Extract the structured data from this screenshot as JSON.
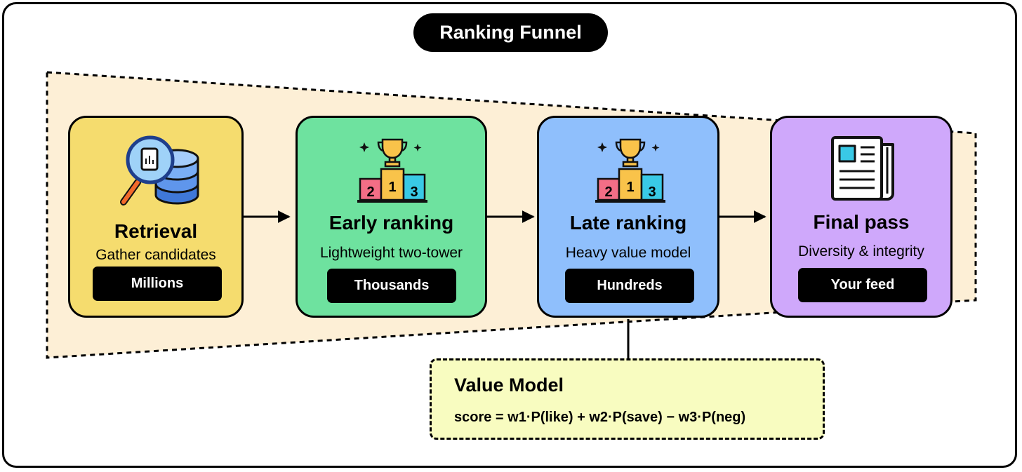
{
  "header": {
    "title": "Ranking Funnel"
  },
  "stages": [
    {
      "title": "Retrieval",
      "subtitle": "Gather candidates",
      "tag": "Millions",
      "color": "#f5dc6e",
      "icon": "magnifier-database-icon"
    },
    {
      "title": "Early ranking",
      "subtitle": "Lightweight two-tower",
      "tag": "Thousands",
      "color": "#6ee29f",
      "icon": "podium-trophy-icon"
    },
    {
      "title": "Late ranking",
      "subtitle": "Heavy value model",
      "tag": "Hundreds",
      "color": "#8fbffc",
      "icon": "podium-trophy-icon"
    },
    {
      "title": "Final pass",
      "subtitle": "Diversity & integrity",
      "tag": "Your feed",
      "color": "#cfa8fb",
      "icon": "newspaper-icon"
    }
  ],
  "podium": {
    "first": "1",
    "second": "2",
    "third": "3"
  },
  "value_model": {
    "title": "Value Model",
    "formula": "score = w1·P(like) + w2·P(save) − w3·P(neg)"
  },
  "colors": {
    "funnel_fill": "#fdefd6",
    "value_model_fill": "#f8fcc0"
  }
}
